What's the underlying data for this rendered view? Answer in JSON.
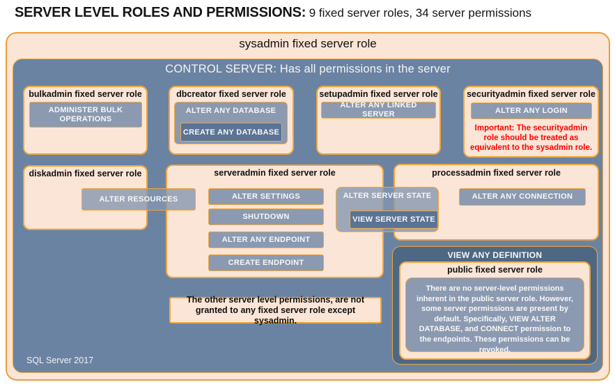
{
  "title": {
    "main": "SERVER LEVEL ROLES AND PERMISSIONS:",
    "sub": "9 fixed server roles, 34 server permissions"
  },
  "sysadmin_label": "sysadmin fixed server role",
  "control_server": {
    "header": "CONTROL SERVER: Has all permissions in the server",
    "footer": "SQL Server 2017"
  },
  "roles": {
    "bulkadmin": {
      "title": "bulkadmin fixed server role",
      "permission": "ADMINISTER BULK OPERATIONS"
    },
    "dbcreator": {
      "title": "dbcreator fixed server role",
      "permission_outer": "ALTER ANY DATABASE",
      "permission_nested": "CREATE ANY DATABASE"
    },
    "setupadmin": {
      "title": "setupadmin fixed server role",
      "permission": "ALTER ANY LINKED SERVER"
    },
    "securityadmin": {
      "title": "securityadmin fixed server role",
      "permission": "ALTER ANY LOGIN",
      "warning": "Important: The securityadmin role should be treated as equivalent to the sysadmin role."
    },
    "diskadmin": {
      "title": "diskadmin fixed server role",
      "permission": "ALTER RESOURCES"
    },
    "serveradmin": {
      "title": "serveradmin fixed server role",
      "permissions": [
        "ALTER SETTINGS",
        "SHUTDOWN",
        "ALTER ANY ENDPOINT",
        "CREATE ENDPOINT"
      ],
      "shared_outer": "ALTER SERVER STATE",
      "shared_nested": "VIEW SERVER STATE"
    },
    "processadmin": {
      "title": "processadmin fixed server role",
      "permission": "ALTER ANY CONNECTION"
    },
    "public": {
      "header": "VIEW ANY DEFINITION",
      "title": "public fixed server role",
      "body": "There are no server-level permissions inherent in the public server role. However, some server permissions are present by default. Specifically, VIEW ALTER DATABASE, and CONNECT permission to the endpoints. These permissions can be revoked."
    }
  },
  "note": "The other server level permissions, are not granted to any fixed server role except sysadmin.",
  "colors": {
    "peach": "#FBE5D6",
    "gold_border": "#EFA73E",
    "outer_border": "#ED9D3B",
    "slate_background": "#6B83A3",
    "button_fill": "#8B9AB1",
    "button_dark_fill": "#5B7394",
    "public_frame_fill": "#4E6883",
    "warning_red": "#FF0000"
  }
}
